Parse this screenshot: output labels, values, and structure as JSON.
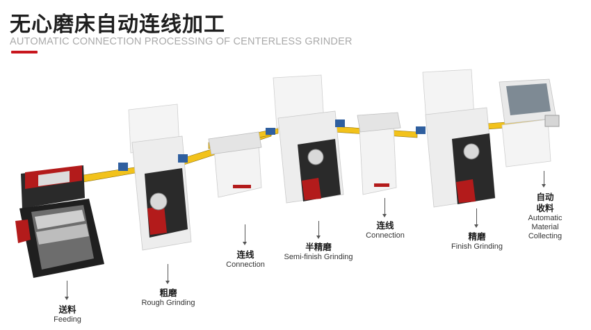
{
  "header": {
    "title": "无心磨床自动连线加工",
    "subtitle": "AUTOMATIC CONNECTION PROCESSING OF CENTERLESS GRINDER"
  },
  "colors": {
    "accent": "#c8161d",
    "rail": "#f2c21b",
    "motor": "#2f5f9f",
    "machine_body": "#f1f1f1",
    "machine_red": "#b31b1b",
    "dark": "#2a2a2a"
  },
  "stations": [
    {
      "zh": "送料",
      "en": "Feeding"
    },
    {
      "zh": "粗磨",
      "en": "Rough Grinding"
    },
    {
      "zh": "连线",
      "en": "Connection"
    },
    {
      "zh": "半精磨",
      "en": "Semi-finish Grinding"
    },
    {
      "zh": "连线",
      "en": "Connection"
    },
    {
      "zh": "精磨",
      "en": "Finish Grinding"
    },
    {
      "zh": "自动\n收料",
      "en": "Automatic Material\nCollecting"
    }
  ]
}
